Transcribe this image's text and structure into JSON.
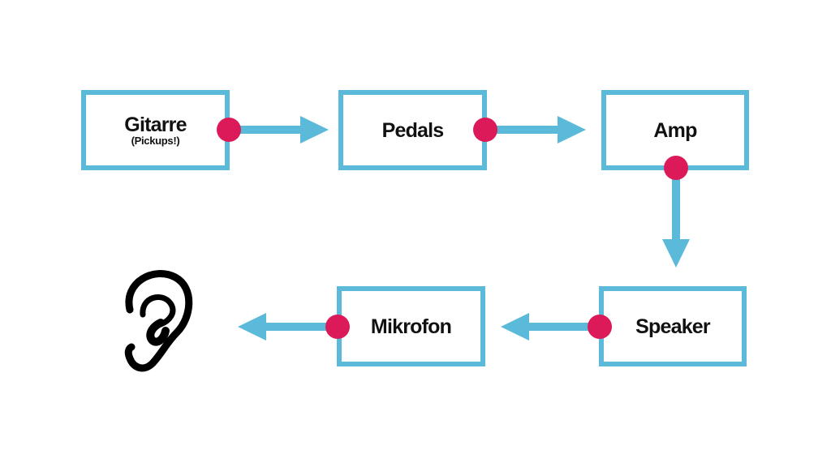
{
  "nodes": [
    {
      "id": "gitarre",
      "label": "Gitarre",
      "sublabel": "(Pickups!)"
    },
    {
      "id": "pedals",
      "label": "Pedals"
    },
    {
      "id": "amp",
      "label": "Amp"
    },
    {
      "id": "speaker",
      "label": "Speaker"
    },
    {
      "id": "mikrofon",
      "label": "Mikrofon"
    }
  ],
  "edges": [
    {
      "from": "gitarre",
      "to": "pedals"
    },
    {
      "from": "pedals",
      "to": "amp"
    },
    {
      "from": "amp",
      "to": "speaker"
    },
    {
      "from": "speaker",
      "to": "mikrofon"
    },
    {
      "from": "mikrofon",
      "to": "ear"
    }
  ],
  "end_icon": "ear-icon",
  "colors": {
    "box_border": "#5bbad9",
    "arrow": "#5bbad9",
    "connector_dot": "#dc1a5a",
    "text": "#111111"
  }
}
